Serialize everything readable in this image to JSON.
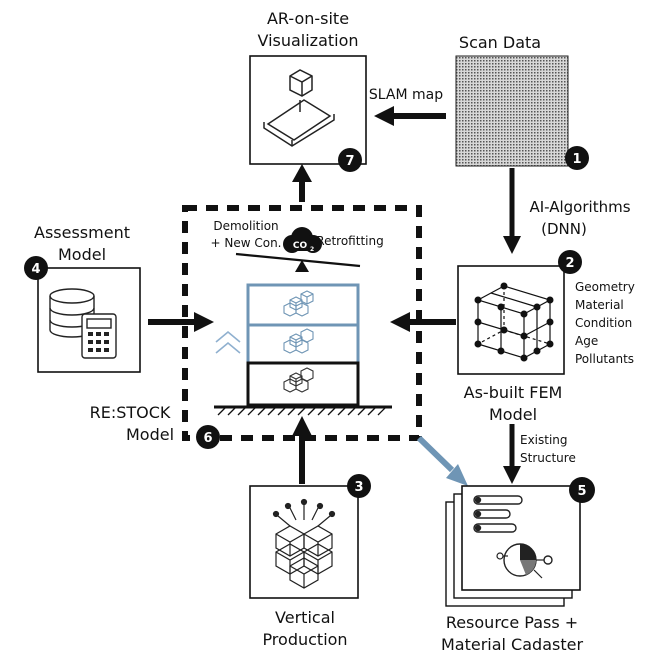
{
  "nodes": {
    "ar": {
      "title_line1": "AR-on-site",
      "title_line2": "Visualization",
      "number": "7"
    },
    "scan": {
      "title": "Scan Data",
      "number": "1"
    },
    "assessment": {
      "title_line1": "Assessment",
      "title_line2": "Model",
      "number": "4"
    },
    "fem": {
      "title_line1": "As-built FEM",
      "title_line2": "Model",
      "number": "2",
      "properties": [
        "Geometry",
        "Material",
        "Condition",
        "Age",
        "Pollutants"
      ]
    },
    "restock": {
      "title_line1": "RE:STOCK",
      "title_line2": "Model",
      "number": "6",
      "left_option_line1": "Demolition",
      "left_option_line2": "+ New Con.",
      "right_option": "Retrofitting",
      "co2_label": "CO",
      "co2_sub": "2"
    },
    "vertical": {
      "title_line1": "Vertical",
      "title_line2": "Production",
      "number": "3"
    },
    "resource": {
      "title_line1": "Resource Pass +",
      "title_line2": "Material Cadaster",
      "number": "5"
    }
  },
  "edges": {
    "slam": "SLAM map",
    "ai_line1": "AI-Algorithms",
    "ai_line2": "(DNN)",
    "existing_line1": "Existing",
    "existing_line2": "Structure"
  },
  "colors": {
    "ink": "#111111",
    "accent": "#6f95b5",
    "accent_light": "#a9c4de"
  }
}
